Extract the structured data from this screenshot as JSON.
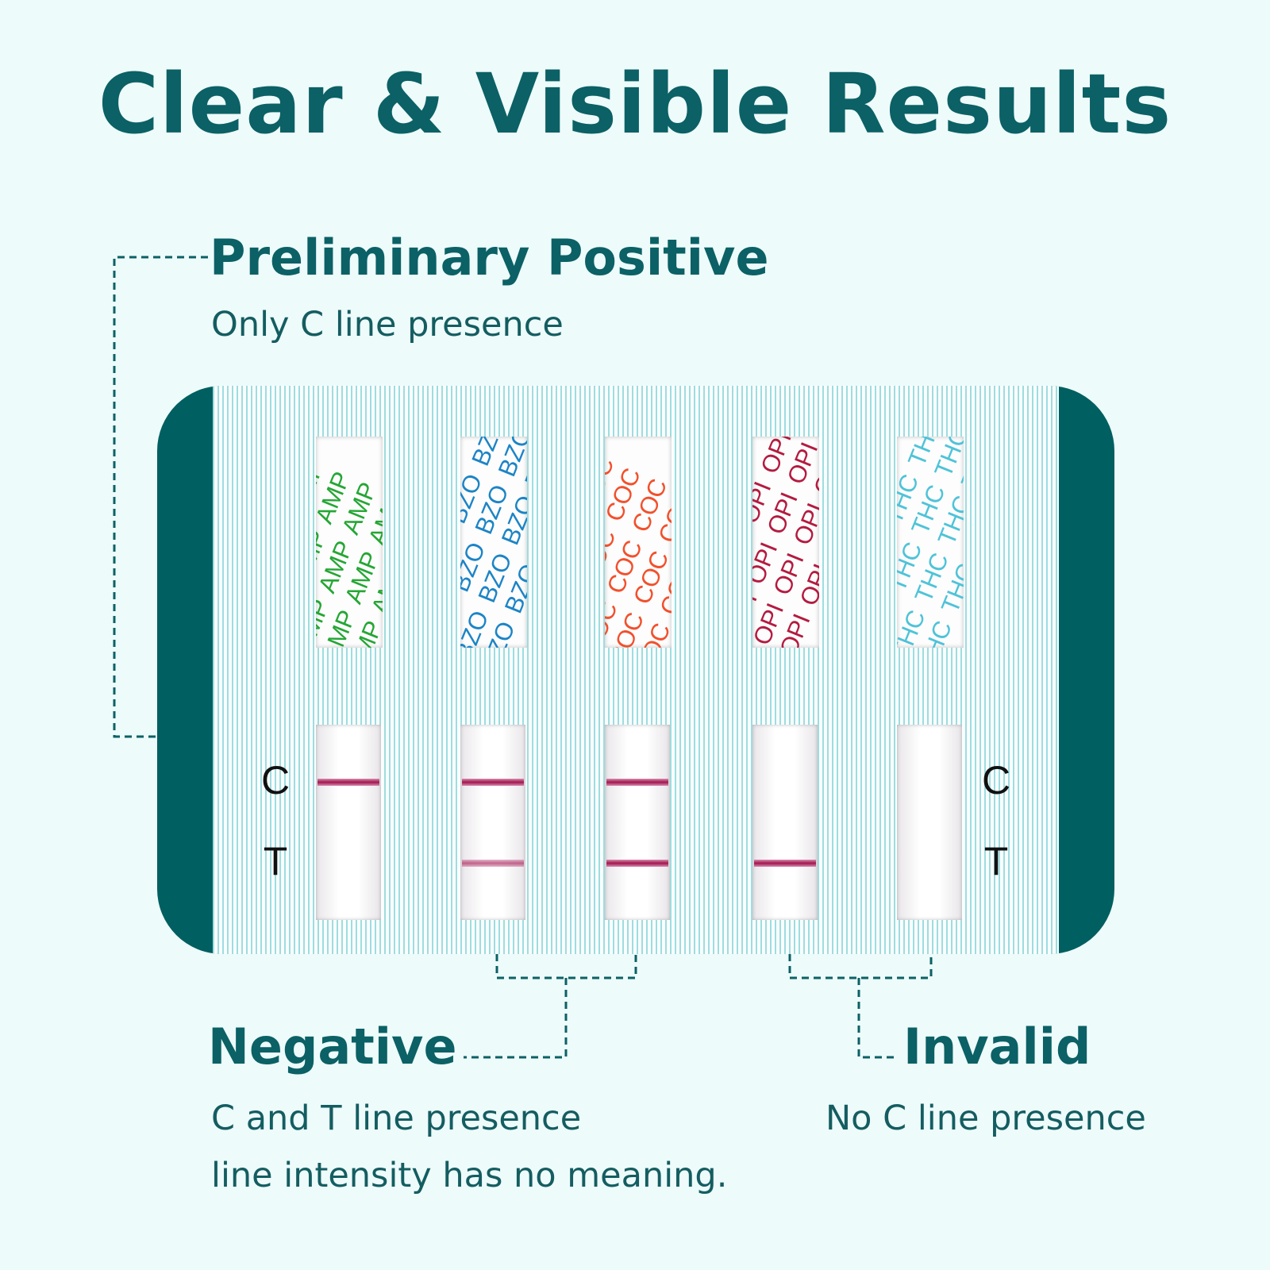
{
  "title": "Clear & Visible Results",
  "preliminary_positive": {
    "heading": "Preliminary Positive",
    "description": "Only C line presence"
  },
  "negative": {
    "heading": "Negative",
    "description_line1": "C and T line presence",
    "description_line2": "line intensity has no meaning."
  },
  "invalid": {
    "heading": "Invalid",
    "description": "No C line presence"
  },
  "card": {
    "left_letters": {
      "c": "C",
      "t": "T"
    },
    "right_letters": {
      "c": "C",
      "t": "T"
    },
    "strips": [
      {
        "drug": "AMP",
        "color": "#25a634",
        "c_line": true,
        "t_line": false,
        "t_faint": false
      },
      {
        "drug": "BZO",
        "color": "#1c84c6",
        "c_line": true,
        "t_line": true,
        "t_faint": true
      },
      {
        "drug": "COC",
        "color": "#f2502c",
        "c_line": true,
        "t_line": true,
        "t_faint": false
      },
      {
        "drug": "OPI",
        "color": "#b41b3f",
        "c_line": false,
        "t_line": true,
        "t_faint": false
      },
      {
        "drug": "THC",
        "color": "#4fc3d8",
        "c_line": false,
        "t_line": false,
        "t_faint": false
      }
    ]
  },
  "colors": {
    "accent": "#0b6165",
    "card_frame": "#005f60",
    "background": "#eefbfb",
    "test_line": "#a3154d"
  }
}
